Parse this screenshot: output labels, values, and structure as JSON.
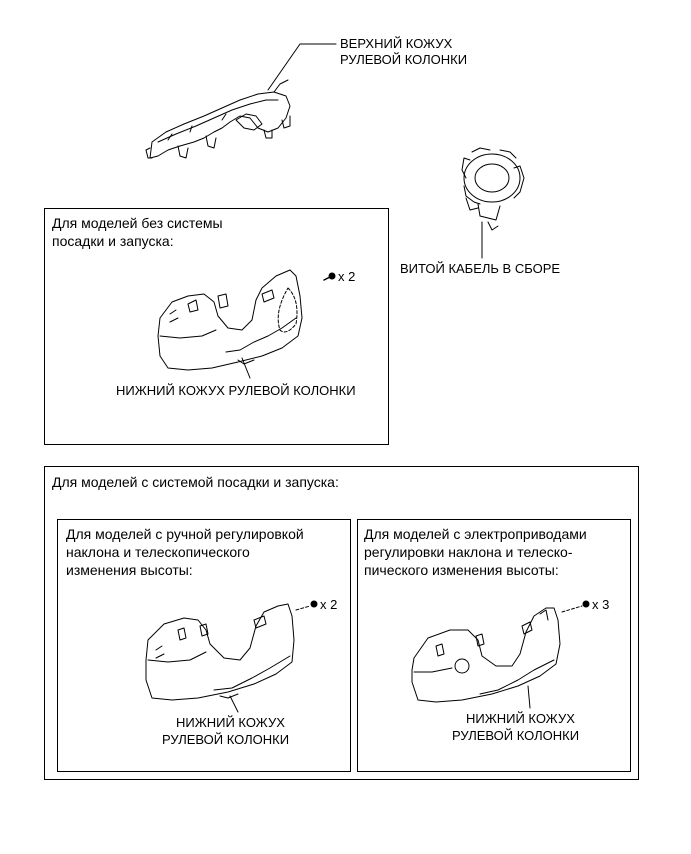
{
  "upper_cover": {
    "label_line1": "ВЕРХНИЙ КОЖУХ",
    "label_line2": "РУЛЕВОЙ КОЛОНКИ"
  },
  "spiral_cable": {
    "label": "ВИТОЙ КАБЕЛЬ В СБОРЕ"
  },
  "box_without_entry": {
    "heading_line1": "Для моделей без системы",
    "heading_line2": "посадки и запуска:",
    "screw_qty": "x 2",
    "part_label": "НИЖНИЙ КОЖУХ РУЛЕВОЙ КОЛОНКИ"
  },
  "box_with_entry": {
    "heading": "Для моделей с системой посадки и запуска:",
    "manual": {
      "heading_line1": "Для моделей с ручной регулировкой",
      "heading_line2": "наклона и телескопического",
      "heading_line3": "изменения высоты:",
      "screw_qty": "x 2",
      "part_label_line1": "НИЖНИЙ КОЖУХ",
      "part_label_line2": "РУЛЕВОЙ КОЛОНКИ"
    },
    "power": {
      "heading_line1": "Для моделей с электроприводами",
      "heading_line2": "регулировки наклона и телеско-",
      "heading_line3": "пического изменения высоты:",
      "screw_qty": "x 3",
      "part_label_line1": "НИЖНИЙ КОЖУХ",
      "part_label_line2": "РУЛЕВОЙ КОЛОНКИ"
    }
  }
}
